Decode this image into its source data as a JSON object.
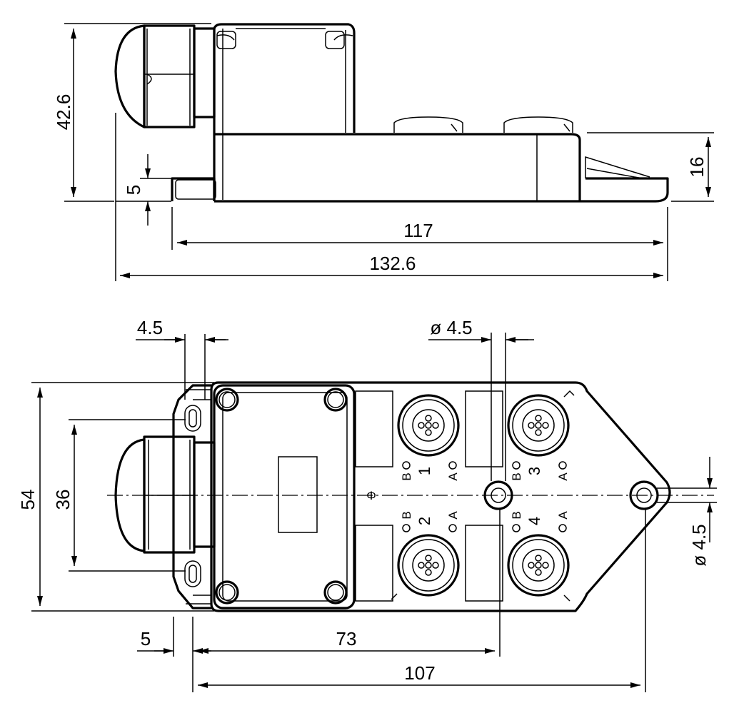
{
  "side_view": {
    "dimensions": {
      "total_height": "42.6",
      "base_thickness": "5",
      "body_height": "16",
      "base_length": "117",
      "overall_length": "132.6"
    }
  },
  "top_view": {
    "dimensions": {
      "slot_width": "4.5",
      "hole_diameter_top": "ø 4.5",
      "overall_width": "54",
      "slot_spacing": "36",
      "hole_diameter_right": "ø 4.5",
      "slot_offset": "5",
      "hole_distance": "73",
      "overall_hole_distance": "107"
    },
    "ports": [
      {
        "number": "1",
        "b": "B",
        "a": "A"
      },
      {
        "number": "2",
        "b": "B",
        "a": "A"
      },
      {
        "number": "3",
        "b": "B",
        "a": "A"
      },
      {
        "number": "4",
        "b": "B",
        "a": "A"
      }
    ],
    "center_symbol": "Φ"
  }
}
